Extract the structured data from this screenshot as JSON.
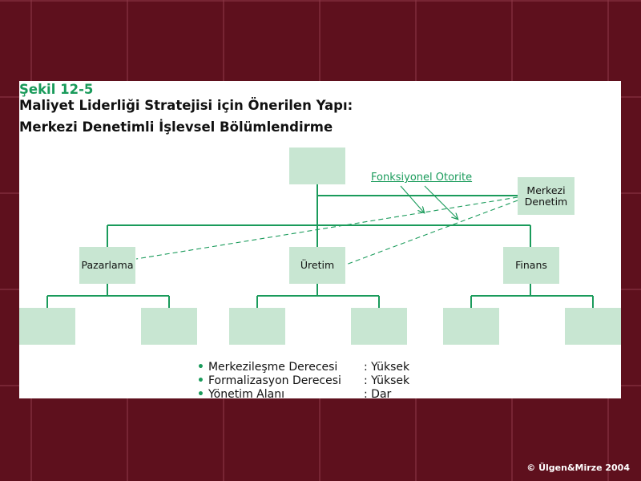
{
  "figure": {
    "number": "Şekil 12-5",
    "title_line1": "Maliyet Liderliği Stratejisi için Önerilen Yapı:",
    "title_line2": "Merkezi Denetimli İşlevsel Bölümlendirme"
  },
  "nodes": {
    "central_control": {
      "line1": "Merkezi",
      "line2": "Denetim"
    },
    "marketing": "Pazarlama",
    "production": "Üretim",
    "finance": "Finans"
  },
  "annotation": "Fonksiyonel Otorite",
  "bullets": [
    {
      "label": "Merkezileşme Derecesi",
      "value": ": Yüksek"
    },
    {
      "label": "Formalizasyon Derecesi",
      "value": ": Yüksek"
    },
    {
      "label": "Yönetim Alanı",
      "value": ": Dar"
    }
  ],
  "copyright": "© Ülgen&Mirze 2004",
  "colors": {
    "background": "#5e101d",
    "box_fill": "#c8e6d2",
    "line": "#1a9b5b",
    "accent_text": "#1a9b5b"
  }
}
